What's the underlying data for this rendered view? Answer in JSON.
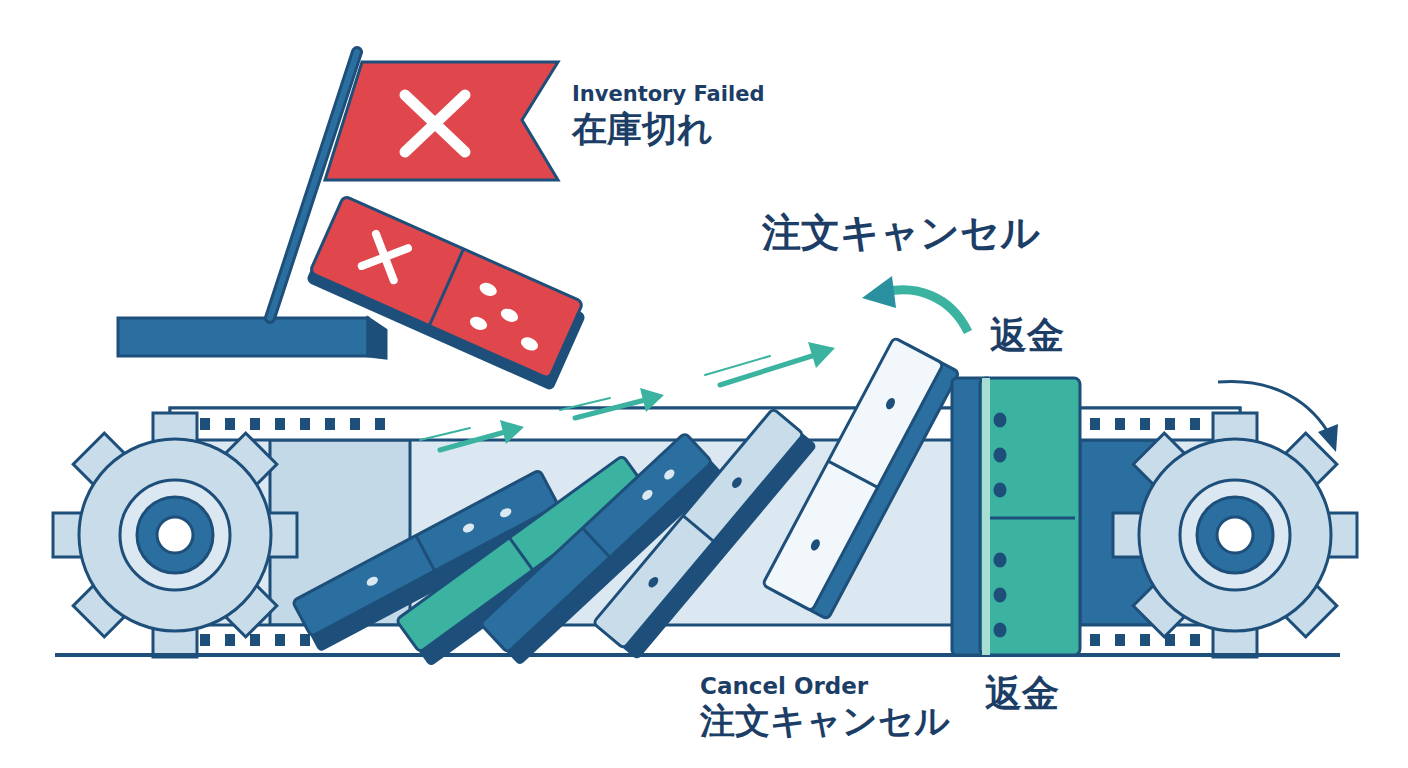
{
  "diagram": {
    "labels": [
      "Inventory Failed",
      "在庫切れ",
      "注文キャンセル",
      "返金",
      "Cancel Order",
      "注文キャンセル",
      "返金"
    ]
  }
}
